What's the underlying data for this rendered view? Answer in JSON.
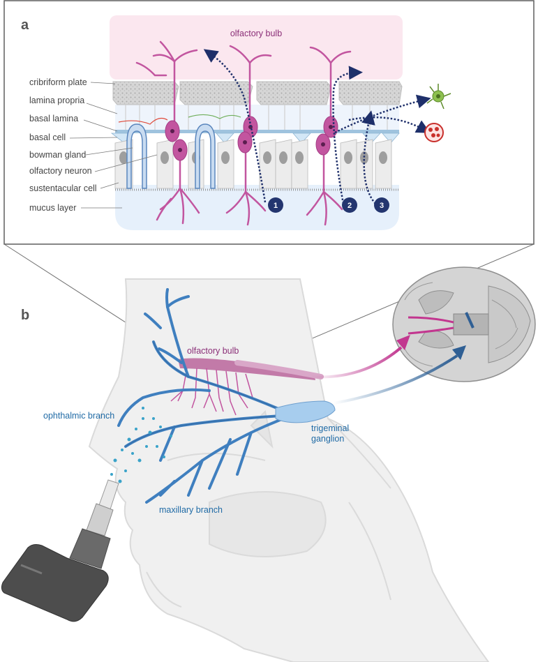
{
  "panel_a": {
    "letter": "a",
    "bulb_label": "olfactory bulb",
    "layer_labels": [
      "cribriform plate",
      "lamina propria",
      "basal lamina",
      "basal cell",
      "bowman gland",
      "olfactory neuron",
      "sustentacular cell",
      "mucus layer"
    ],
    "route_numbers": [
      "1",
      "2",
      "3"
    ]
  },
  "panel_b": {
    "letter": "b",
    "olfactory_bulb_label": "olfactory bulb",
    "ophthalmic_label": "ophthalmic branch",
    "trigeminal_label_line1": "trigeminal",
    "trigeminal_label_line2": "ganglion",
    "maxillary_label": "maxillary branch"
  },
  "colors": {
    "neuron": "#c2559f",
    "bulb_fill": "#fbe7ef",
    "nerve": "#4a86c0",
    "nerve_dark": "#1f5d96",
    "dotted_path": "#1e2f6a",
    "number_circle": "#23356f",
    "tissue_grey": "#e3e3e3"
  }
}
